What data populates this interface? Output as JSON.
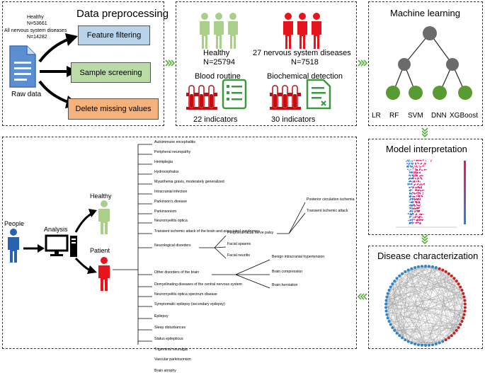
{
  "preprocessing": {
    "title": "Data preprocessing",
    "healthy_label": "Healthy",
    "healthy_n": "N=53661",
    "disease_label": "All nervous system diseases",
    "disease_n": "N=14282",
    "raw_data": "Raw data",
    "steps": [
      "Feature filtering",
      "Sample screening",
      "Delete missing values"
    ],
    "colors": [
      "#b8d3ea",
      "#b9dba6",
      "#f6b27d"
    ]
  },
  "cohort": {
    "healthy_label": "Healthy",
    "healthy_n": "N=25794",
    "disease_label": "27 nervous system diseases",
    "disease_n": "N=7518",
    "blood_title": "Blood routine",
    "blood_count": "22 indicators",
    "bio_title": "Biochemical detection",
    "bio_count": "30 indicators",
    "healthy_color": "#a9cf8a",
    "disease_color": "#e8141b"
  },
  "ml": {
    "title": "Machine learning",
    "models": [
      "LR",
      "RF",
      "SVM",
      "DNN",
      "XGBoost"
    ],
    "node_color": "#6b6b6b",
    "leaf_color": "#5a9a33"
  },
  "interp": {
    "title": "Model interpretation"
  },
  "disease_char": {
    "title": "Disease characterization"
  },
  "tree": {
    "people": "People",
    "analysis": "Analysis",
    "healthy": "Healthy",
    "patient": "Patient",
    "items": [
      "Autoimmune encephalitis",
      "Peripheral neuropathy",
      "Hemiplegia",
      "Hydrocephalus",
      "Myasthenia gravis, moderately generalized",
      "Intracranial infection",
      "Parkinson's disease",
      "Parkinsonism",
      "Neuromyelitis optica",
      "Transient ischemic attack of the brain and associated syndromes",
      "Neurological disorders",
      "Other disorders of the brain",
      "Demyelinating diseases of the central nervous system",
      "Neuromyelitis optica spectrum disease",
      "Symptomatic epilepsy (secondary epilepsy)",
      "Epilepsy",
      "Sleep disturbances",
      "Status epilepticus",
      "Trigeminal neuralgia",
      "Vascular parkinsonism",
      "Brain atrophy"
    ],
    "tia_sub": [
      "Posterior circulation ischemia",
      "Transient ischemic attack"
    ],
    "neuro_sub": [
      "Peripheral facial nerve palsy",
      "Facial spasms",
      "Facial neuritis"
    ],
    "brain_sub": [
      "Benign intracranial hypertension",
      "Brain compression",
      "Brain herniation"
    ]
  }
}
